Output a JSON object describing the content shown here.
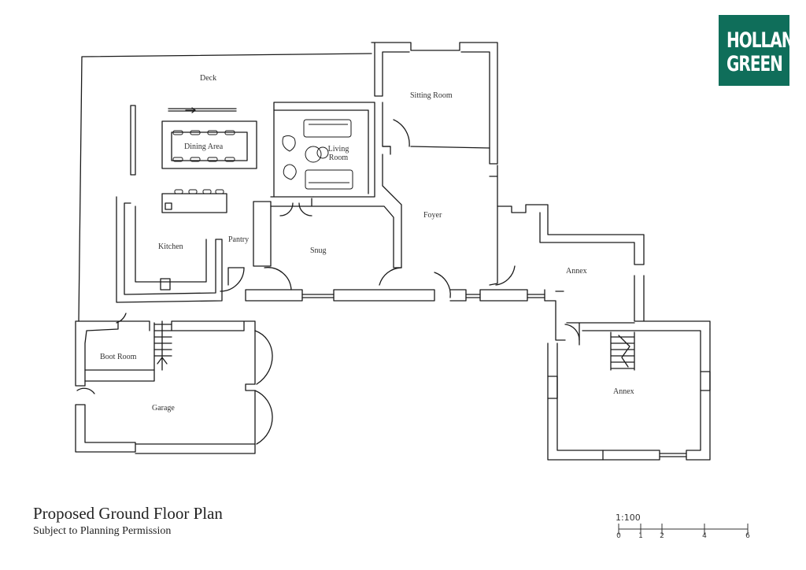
{
  "logo": {
    "line1": "HOLLAND",
    "line2": "GREEN",
    "color": "#0f6e5a"
  },
  "title": "Proposed Ground Floor Plan",
  "subtitle": "Subject to Planning Permission",
  "rooms": {
    "deck": "Deck",
    "sitting_room": "Sitting Room",
    "dining_area": "Dining Area",
    "living_room": "Living Room",
    "kitchen": "Kitchen",
    "pantry": "Pantry",
    "snug": "Snug",
    "foyer": "Foyer",
    "annex_upper": "Annex",
    "annex_lower": "Annex",
    "boot_room": "Boot Room",
    "garage": "Garage"
  },
  "scale": {
    "ratio": "1:100",
    "ticks": [
      "0",
      "1",
      "2",
      "4",
      "6"
    ]
  }
}
